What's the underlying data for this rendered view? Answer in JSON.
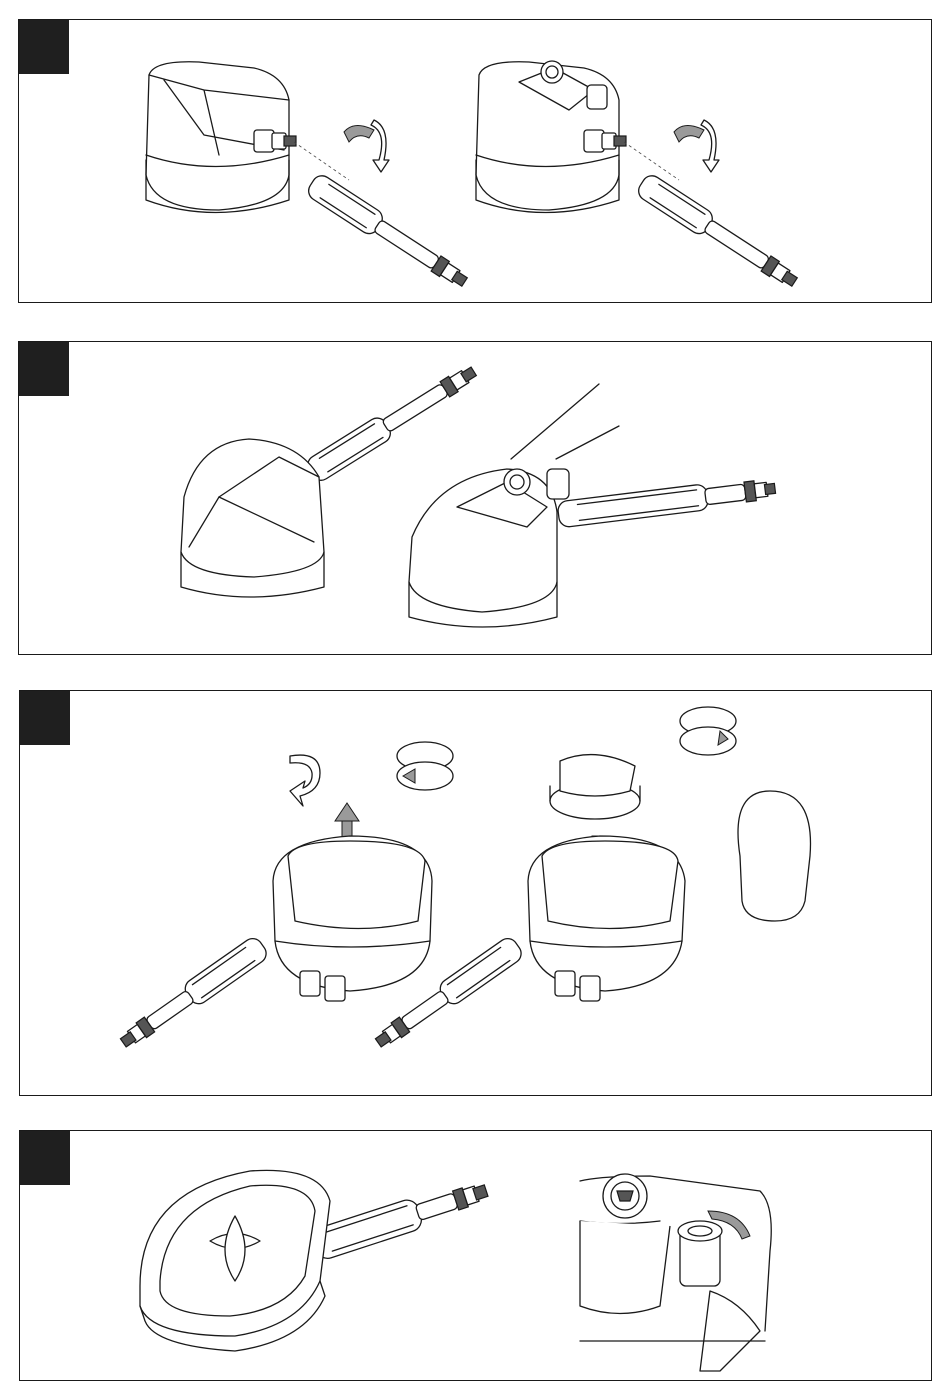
{
  "panels": [
    {
      "badge_color": "#1f1f1f",
      "figures": [
        "rotating-brush-standard-connect",
        "rotating-brush-with-detergent-connect"
      ]
    },
    {
      "badge_color": "#1f1f1f",
      "figures": [
        "rotating-brush-standard-assembled",
        "rotating-brush-with-detergent-assembled"
      ]
    },
    {
      "badge_color": "#1f1f1f",
      "figures": [
        "brush-insert-removal",
        "brush-insert-replacement",
        "round-brush-attachment"
      ]
    },
    {
      "badge_color": "#1f1f1f",
      "figures": [
        "brush-underside-view",
        "detergent-valve-detail"
      ]
    }
  ],
  "colors": {
    "line": "#1a1a1a",
    "arrow_gray": "#9a9a9a",
    "badge": "#1f1f1f"
  }
}
